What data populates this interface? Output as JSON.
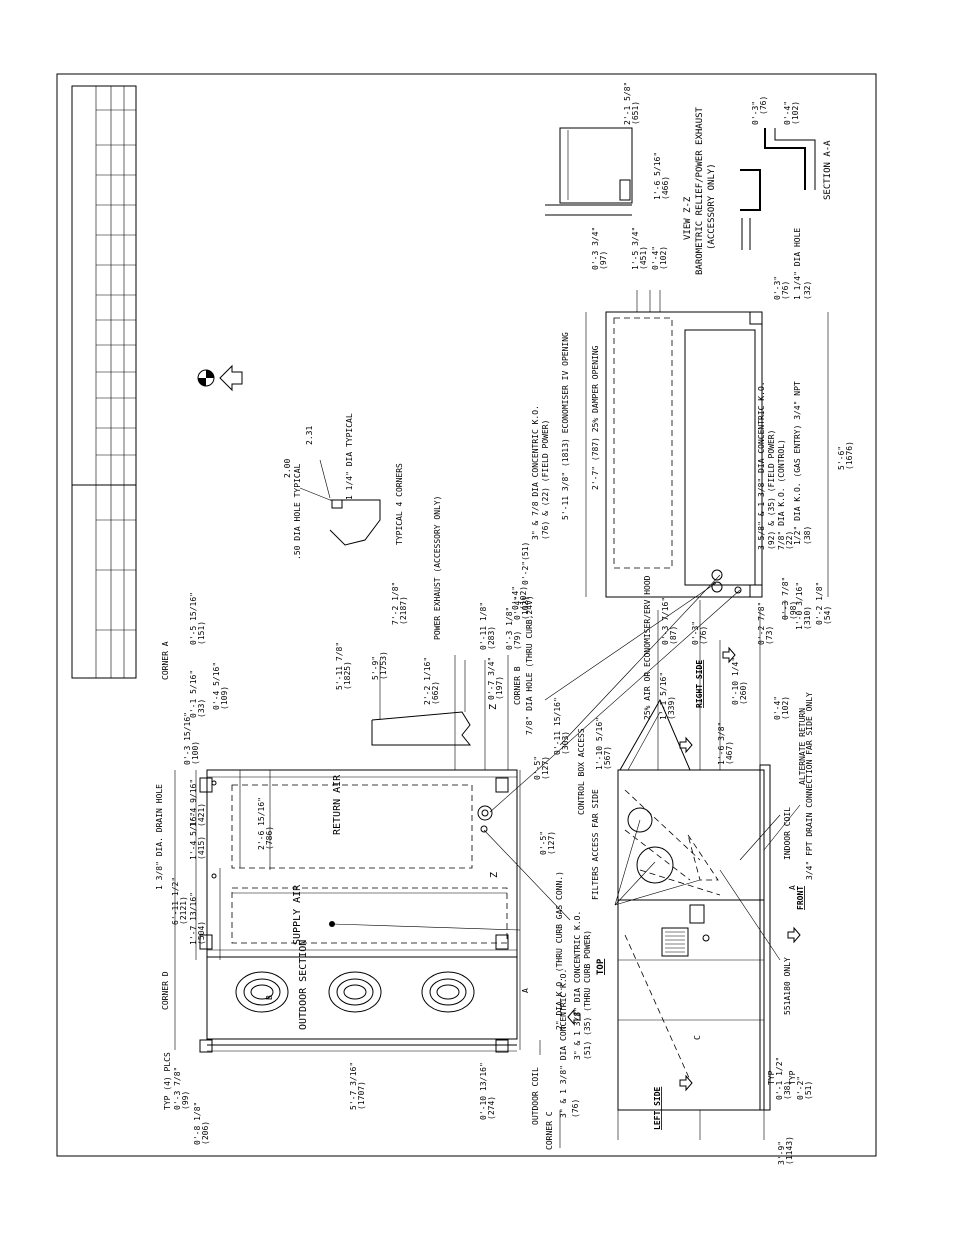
{
  "top_view": {
    "dims": [
      "6'-11 1/2\"",
      "(2121)",
      "1'-7 13/16\"",
      "(504)",
      "1'-4 5/16\"",
      "(415)",
      "1'-4 9/16\"",
      "(421)",
      "0'-3 15/16\"",
      "(100)",
      "0'-1 5/16\"",
      "(33)",
      "0'-4 5/16\"",
      "(109)",
      "0'-5 15/16\"",
      "(151)",
      "5'-11 7/8\"",
      "(1825)",
      "5'-9\"",
      "(1753)",
      "7'-2 1/8\"",
      "(2187)",
      "2'-2 1/16\"",
      "(662)",
      "2'-6 15/16\"",
      "(786)",
      "0'-7 3/4\"",
      "(197)",
      "0'-11 1/8\"",
      "(283)",
      "0'-4\"",
      "(102)",
      "0'-3 1/8\"",
      "(79)",
      "0'-11 15/16\"",
      "(303)",
      "0'-5\"",
      "(127)",
      "0'-5\"",
      "(127)",
      "5'-7 3/16\"",
      "(1707)",
      "0'-10 13/16\"",
      "(274)",
      "0'-3 7/8\"",
      "(99)",
      "0'-8 1/8\"",
      "(206)"
    ],
    "labels": {
      "corner_a": "CORNER A",
      "corner_b": "CORNER B",
      "corner_c": "CORNER C",
      "corner_d": "CORNER D",
      "typ_plcs": "TYP (4) PLCS",
      "drain_hole": "1 3/8\" DIA. DRAIN HOLE",
      "return_air": "RETURN AIR",
      "supply_air": "SUPPLY AIR",
      "outdoor_section": "OUTDOOR SECTION",
      "outdoor_coil": "OUTDOOR COIL",
      "power_exhaust": "POWER EXHAUST (ACCESSORY ONLY)",
      "holes_78": "7/8\" DIA HOLE (THRU CURB,24V)",
      "ko_2dia": "2\" DIA K.O. (THRU CURB GAS CONN.)",
      "ko_3dia_line1": "3\" & 1 3/8\" DIA CONCENTRIC K.O.",
      "ko_3dia_line2": "(51)  (35) (THRU CURB POWER)",
      "corner_c_ko": "3\" & 1 3/8\" DIA CONCENTRIC K.O.",
      "a": "A",
      "b": "B",
      "z1": "Z",
      "z2": "Z",
      "top": "TOP",
      "val76": "(76)"
    }
  },
  "front_view": {
    "labels": {
      "left_side": "LEFT SIDE",
      "right_side": "RIGHT SIDE",
      "front": "FRONT",
      "filters": "FILTERS ACCESS FAR SIDE",
      "control_box": "CONTROL BOX ACCESS",
      "economizer_hood": "25% AIR OR ECONOMISER/ERV HOOD",
      "indoor_coil": "INDOOR COIL",
      "only_551a180": "551A180 ONLY",
      "fpt_drain": "3/4\" FPT DRAIN CONNECTION FAR SIDE ONLY",
      "alt_return": "ALTERNATE RETURN",
      "c": "C",
      "typ": "TYP",
      "typ2": "TYP",
      "a_arrow": "A"
    },
    "dims": [
      "3'-9\"",
      "(1143)",
      "0'-1 1/2\"",
      "(38)",
      "0'-2\"",
      "(51)",
      "1'-10 5/16\"",
      "(567)",
      "1'-1 5/16\"",
      "(339)",
      "0'-3 7/16\"",
      "(87)",
      "0'-3\"",
      "(76)",
      "1'-6 3/8\"",
      "(467)",
      "0'-10 1/4\"",
      "(260)",
      "0'-4\"",
      "(102)",
      "0'-2 7/8\"",
      "(73)",
      "0'-3 7/8\"",
      "(98)",
      "1'-0 3/16\"",
      "(310)",
      "0'-2 1/8\"",
      "(54)"
    ]
  },
  "right_view": {
    "labels": {
      "ko_field_power_1": "3\" & 7/8 DIA CONCENTRIC K.O.",
      "ko_field_power_2": "(76) & (22) (FIELD POWER)",
      "economiser_opening": "5'-11 3/8\" (1813) ECONOMISER IV OPENING",
      "damper_opening": "2'-7\" (787) 25% DAMPER OPENING",
      "ko_field_power_b1": "3 5/8\" & 1 3/8\" DIA CONCENTRIC K.O.",
      "ko_field_power_b2": "(92) & (35) (FIELD POWER)",
      "ko_control": "7/8\" DIA K.O. (CONTROL)",
      "ko_control_mm": "(22)",
      "gas_entry": "1/2\" DIA K.O. (GAS ENTRY) 3/4\" NPT",
      "gas_entry_mm": "(38)",
      "dia_hole": "1 1/4\" DIA HOLE",
      "dia_hole_mm": "(32)"
    },
    "dims": [
      "0'-2\"(51)",
      "0'-4\"",
      "(102)",
      "5'-6\"",
      "(1676)",
      "0'-3 3/4\"",
      "(97)",
      "1'-5 3/4\"",
      "(451)",
      "0'-4\"",
      "(102)",
      "0'-3\"",
      "(76)"
    ]
  },
  "view_zz": {
    "title_1": "VIEW Z-Z",
    "title_2": "BAROMETRIC RELIEF/POWER EXHAUST",
    "title_3": "(ACCESSORY ONLY)",
    "dims": [
      "2'-1 5/8\"",
      "(651)",
      "1'-6 5/16\"",
      "(466)"
    ]
  },
  "section_aa": {
    "title": "SECTION A-A",
    "dims": [
      "0'-3\"",
      "(76)",
      "0'-4\"",
      "(102)"
    ]
  },
  "corner_detail": {
    "hole": ".50 DIA HOLE TYPICAL",
    "big_hole": "1 1/4\" DIA TYPICAL",
    "d1": "2.00",
    "d2": "2.31",
    "caption": "TYPICAL 4 CORNERS"
  }
}
